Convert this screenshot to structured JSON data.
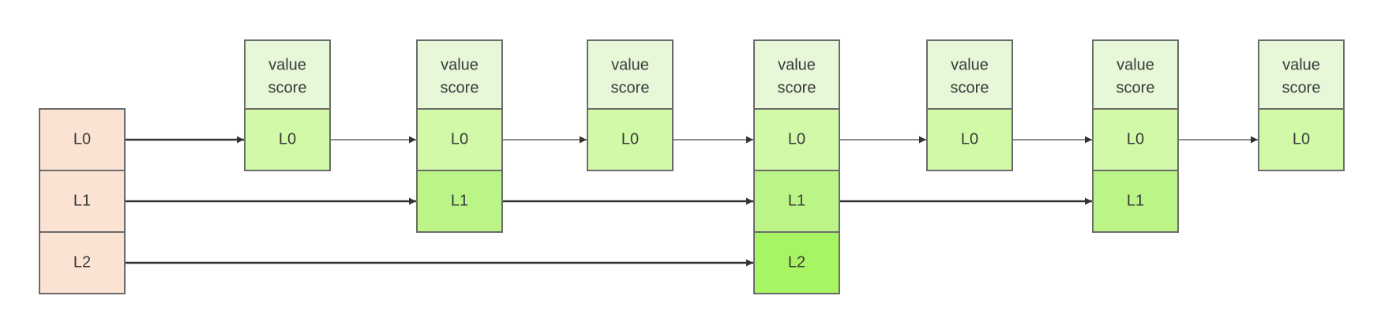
{
  "head": {
    "levels": [
      {
        "label": "L0"
      },
      {
        "label": "L1"
      },
      {
        "label": "L2"
      }
    ],
    "color": "#fbe3d3"
  },
  "nodes": [
    {
      "value_label": "value",
      "score_label": "score",
      "levels": [
        "L0"
      ]
    },
    {
      "value_label": "value",
      "score_label": "score",
      "levels": [
        "L0",
        "L1"
      ]
    },
    {
      "value_label": "value",
      "score_label": "score",
      "levels": [
        "L0"
      ]
    },
    {
      "value_label": "value",
      "score_label": "score",
      "levels": [
        "L0",
        "L1",
        "L2"
      ]
    },
    {
      "value_label": "value",
      "score_label": "score",
      "levels": [
        "L0"
      ]
    },
    {
      "value_label": "value",
      "score_label": "score",
      "levels": [
        "L0",
        "L1"
      ]
    },
    {
      "value_label": "value",
      "score_label": "score",
      "levels": [
        "L0"
      ]
    }
  ],
  "colors": {
    "value_box": "#e6f8d8",
    "L0": "#d2f9a8",
    "L1": "#bcf587",
    "L2": "#a8f564",
    "head_arrow": "#333333",
    "l0_arrow": "#8a8a8a",
    "upper_arrow": "#333333"
  }
}
